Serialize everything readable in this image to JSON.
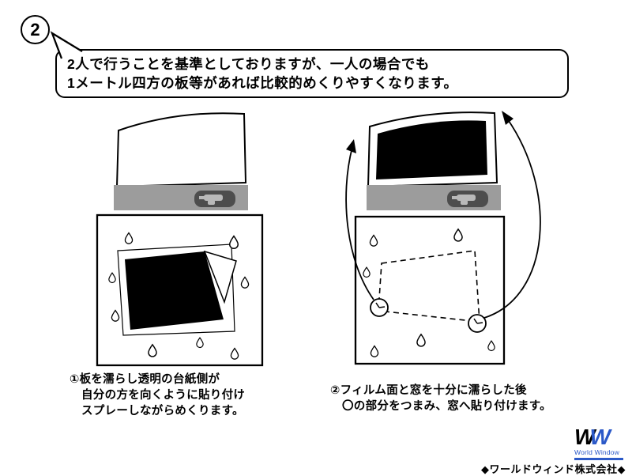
{
  "page": {
    "step_badge": "2",
    "bubble_line1": "2人で行うことを基準としておりますが、一人の場合でも",
    "bubble_line2": "1メートル四方の板等があれば比較的めくりやすくなります。"
  },
  "captions": {
    "left_line1": "①板を濡らし透明の台紙側が",
    "left_line2": "自分の方を向くように貼り付け",
    "left_line3": "スプレーしながらめくります。",
    "right_line1": "②フィルム面と窓を十分に濡らした後",
    "right_line2": "〇の部分をつまみ、窓へ貼り付けます。"
  },
  "footer": {
    "logo_w1": "W",
    "logo_w2": "W",
    "logo_name": "World Window",
    "company": "◆ワールドウィンド株式会社◆"
  },
  "icons": {
    "spray_bottle": "spray-bottle-icon",
    "droplet": "droplet-icon",
    "pinch_circle": "pinch-point-circle",
    "arrow": "curved-arrow-icon"
  },
  "colors": {
    "logo_blue": "#2b59c8",
    "bar_gray": "#9c9c9c",
    "button_dark": "#4d4d4d",
    "ink": "#000000"
  }
}
